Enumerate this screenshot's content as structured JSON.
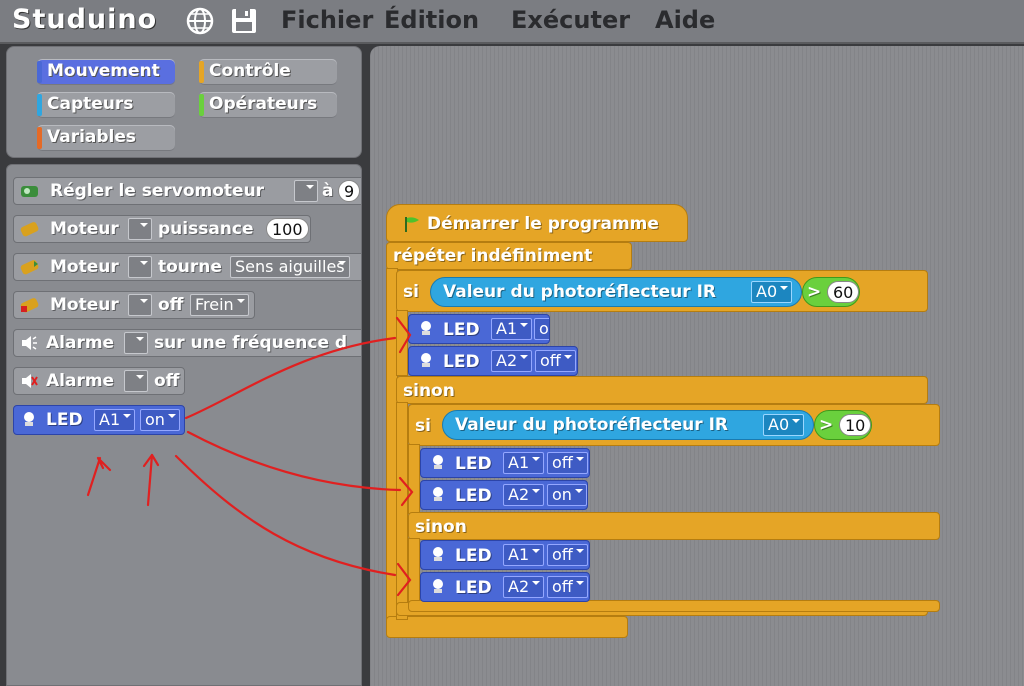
{
  "app": {
    "title": "Studuino",
    "menu": [
      "Fichier",
      "Édition",
      "Exécuter",
      "Aide"
    ]
  },
  "categories": [
    {
      "label": "Mouvement",
      "color": "#4a68d6",
      "selected": true
    },
    {
      "label": "Contrôle",
      "color": "#e5a526",
      "selected": false
    },
    {
      "label": "Capteurs",
      "color": "#2fa6e0",
      "selected": false
    },
    {
      "label": "Opérateurs",
      "color": "#6ad03d",
      "selected": false
    },
    {
      "label": "Variables",
      "color": "#e56a26",
      "selected": false
    }
  ],
  "palette": {
    "servo": {
      "text": "Régler le servomoteur",
      "after": "à",
      "value": "9"
    },
    "motor_power": {
      "text": "Moteur",
      "mid": "puissance",
      "value": "100"
    },
    "motor_turn": {
      "text": "Moteur",
      "mid": "tourne",
      "option": "Sens aiguilles"
    },
    "motor_off": {
      "text": "Moteur",
      "mid": "off",
      "option": "Frein"
    },
    "alarm_freq": {
      "text": "Alarme",
      "mid": "sur une fréquence d"
    },
    "alarm_off": {
      "text": "Alarme",
      "mid": "off"
    },
    "led": {
      "text": "LED",
      "port": "A1",
      "state": "on"
    }
  },
  "script": {
    "hat": "Démarrer le programme",
    "forever": "répéter indéfiniment",
    "if": "si",
    "else": "sinon",
    "sensor": "Valeur du photoréflecteur IR",
    "sensor_port": "A0",
    "op": ">",
    "threshold1": "60",
    "threshold2": "10",
    "led_label": "LED",
    "leds": [
      {
        "port": "A1",
        "state": "on"
      },
      {
        "port": "A2",
        "state": "off"
      },
      {
        "port": "A1",
        "state": "off"
      },
      {
        "port": "A2",
        "state": "on"
      },
      {
        "port": "A1",
        "state": "off"
      },
      {
        "port": "A2",
        "state": "off"
      }
    ]
  },
  "colors": {
    "motion": "#4a68d6",
    "control": "#e5a526",
    "sensing": "#2fa6e0",
    "operators": "#6ad03d",
    "annotation": "#e02020"
  }
}
